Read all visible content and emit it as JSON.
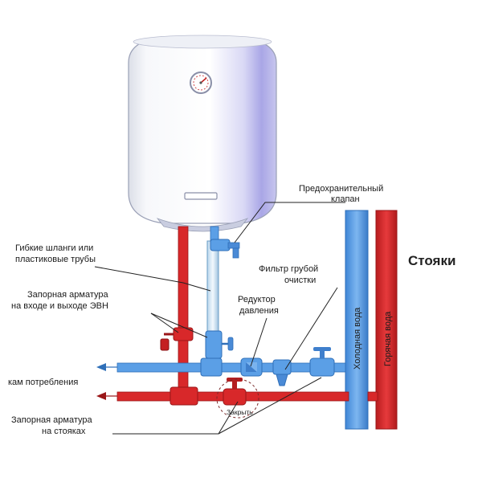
{
  "labels": {
    "safety_valve_line1": "Предохранительный",
    "safety_valve_line2": "клапан",
    "flex_hoses_line1": "Гибкие шланги или",
    "flex_hoses_line2": "пластиковые трубы",
    "shutoff_ewh_line1": "Запорная арматура",
    "shutoff_ewh_line2": "на входе и выходе ЭВН",
    "coarse_filter_line1": "Фильтр грубой",
    "coarse_filter_line2": "очистки",
    "pressure_reducer_line1": "Редуктор",
    "pressure_reducer_line2": "давления",
    "risers": "Стояки",
    "cold_water": "Холодная вода",
    "hot_water": "Горячая вода",
    "to_consumption": "кам потребления",
    "shutoff_risers_line1": "Запорная арматура",
    "shutoff_risers_line2": "на стояках",
    "close": "Закрыть"
  },
  "colors": {
    "cold_pipe": "#5b9fe6",
    "cold_pipe_dark": "#2f6fb8",
    "hot_pipe": "#d8282a",
    "hot_pipe_dark": "#9a1618",
    "heater_body": "#f2f3f7",
    "heater_shade": "#a9a6e6"
  }
}
